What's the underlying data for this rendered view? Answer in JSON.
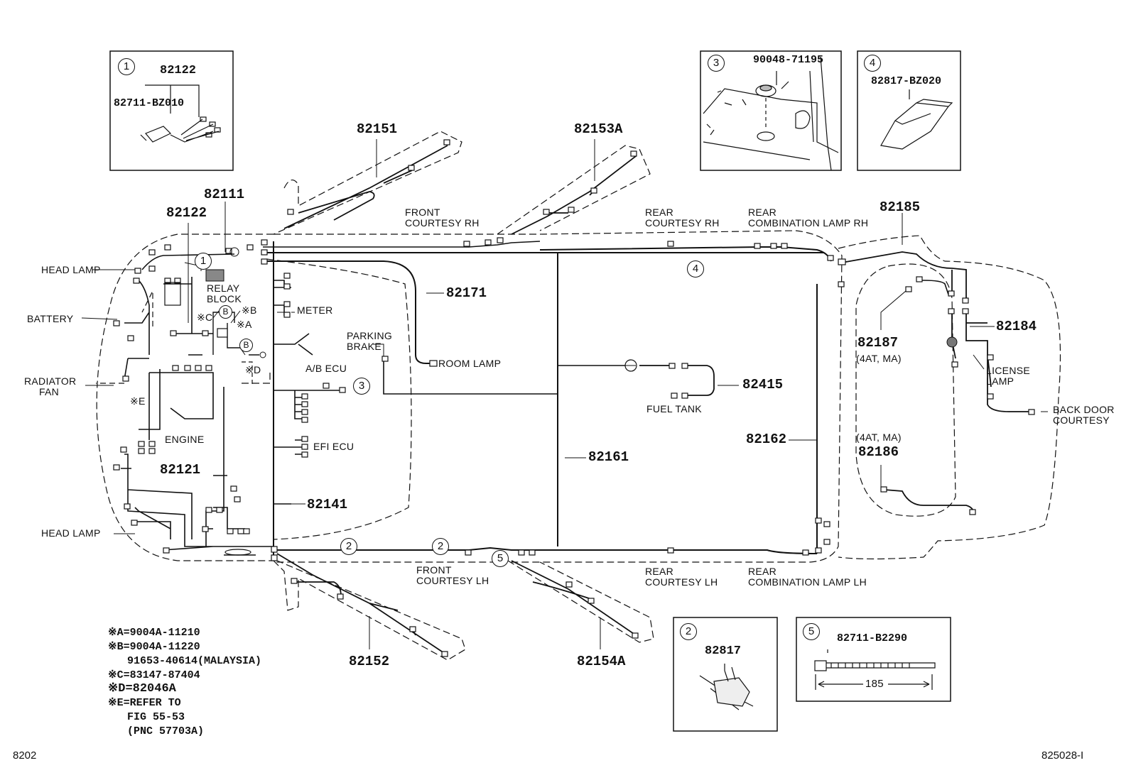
{
  "insets": {
    "i1": {
      "num": "1",
      "part_a": "82122",
      "part_b": "82711-BZ010"
    },
    "i2": {
      "num": "2",
      "part": "82817"
    },
    "i3": {
      "num": "3",
      "part": "90048-71195"
    },
    "i4": {
      "num": "4",
      "part": "82817-BZ020"
    },
    "i5": {
      "num": "5",
      "part": "82711-B2290",
      "dim": "185"
    }
  },
  "parts": {
    "p82111": "82111",
    "p82122": "82122",
    "p82121": "82121",
    "p82141": "82141",
    "p82151": "82151",
    "p82152": "82152",
    "p82153a": "82153A",
    "p82154a": "82154A",
    "p82171": "82171",
    "p82161": "82161",
    "p82162": "82162",
    "p82185": "82185",
    "p82184": "82184",
    "p82187": "82187",
    "p82186": "82186",
    "p82415": "82415",
    "note82187": "(4AT, MA)",
    "note82186": "(4AT, MA)"
  },
  "labels": {
    "head_lamp_top": "HEAD LAMP",
    "battery": "BATTERY",
    "radiator_fan": "RADIATOR\n     FAN",
    "head_lamp_bottom": "HEAD LAMP",
    "relay_block": "RELAY\nBLOCK",
    "meter": "METER",
    "ab_ecu": "A/B ECU",
    "efi_ecu": "EFI ECU",
    "engine": "ENGINE",
    "parking_brake": "PARKING\nBRAKE",
    "room_lamp": "ROOM LAMP",
    "front_courtesy_rh": "FRONT\nCOURTESY RH",
    "rear_courtesy_rh": "REAR\nCOURTESY RH",
    "rear_comb_rh": "REAR\nCOMBINATION LAMP RH",
    "front_courtesy_lh": "FRONT\nCOURTESY LH",
    "rear_courtesy_lh": "REAR\nCOURTESY LH",
    "rear_comb_lh": "REAR\nCOMBINATION LAMP LH",
    "fuel_tank": "FUEL TANK",
    "license_lamp": "LICENSE\nLAMP",
    "back_door_courtesy": "BACK DOOR\nCOURTESY",
    "mark_c": "※C",
    "mark_b": "※B",
    "mark_a": "※A",
    "mark_d": "※D",
    "mark_e": "※E",
    "letter_b1": "B",
    "letter_b2": "B"
  },
  "callouts": {
    "c1": "1",
    "c2a": "2",
    "c2b": "2",
    "c3": "3",
    "c4": "4",
    "c5": "5"
  },
  "notes": [
    "※A=9004A-11210",
    "※B=9004A-11220",
    "   91653-40614(MALAYSIA)",
    "※C=83147-87404",
    "※D=82046A",
    "※E=REFER TO",
    "   FIG 55-53",
    "   (PNC 57703A)"
  ],
  "footer": {
    "left": "8202",
    "right": "825028-I"
  }
}
